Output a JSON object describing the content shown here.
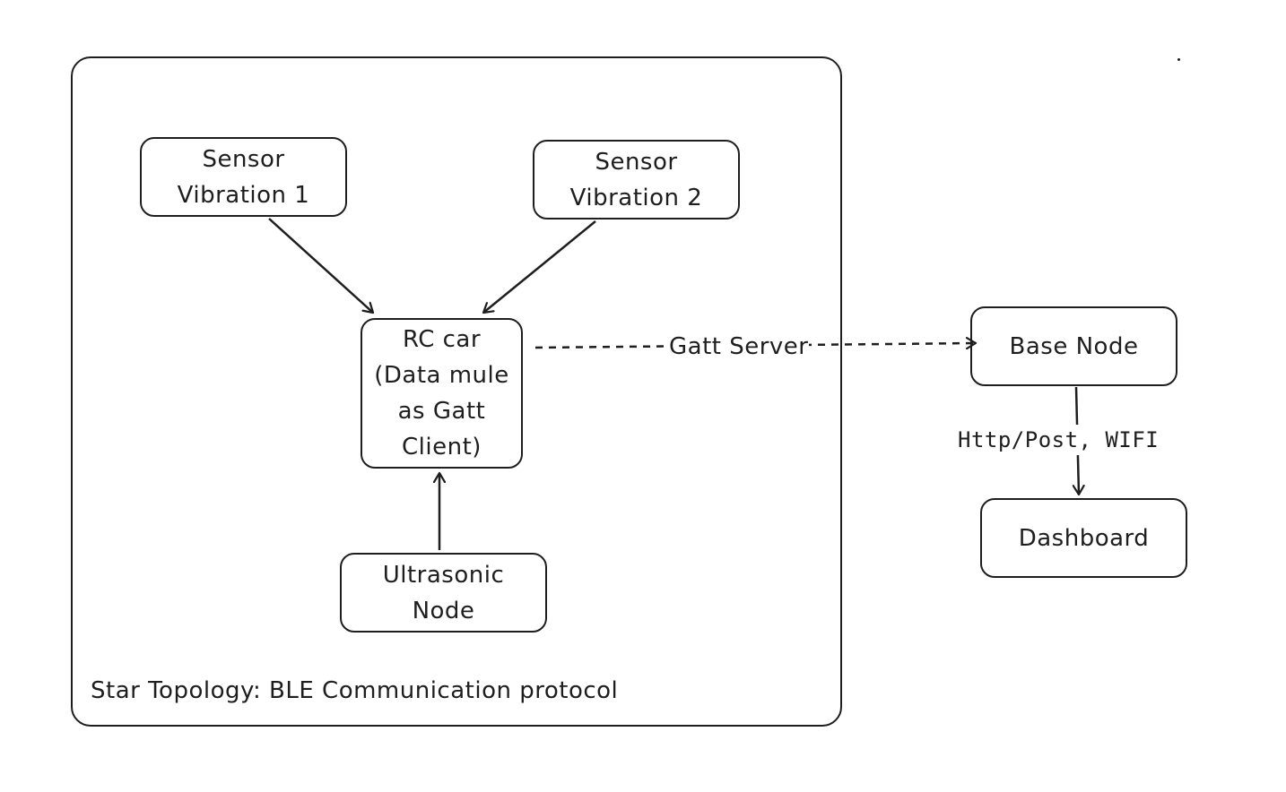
{
  "container": {
    "caption": "Star Topology: BLE Communication protocol"
  },
  "nodes": {
    "sensor1": "Sensor\nVibration 1",
    "sensor2": "Sensor\nVibration 2",
    "rccar": "RC car\n(Data mule\nas Gatt\nClient)",
    "ultrasonic": "Ultrasonic\nNode",
    "base": "Base Node",
    "dashboard": "Dashboard"
  },
  "edges": {
    "gatt_label": "Gatt Server",
    "http_label": "Http/Post, WIFI"
  },
  "colors": {
    "stroke": "#1e1e1e",
    "background": "#ffffff"
  }
}
